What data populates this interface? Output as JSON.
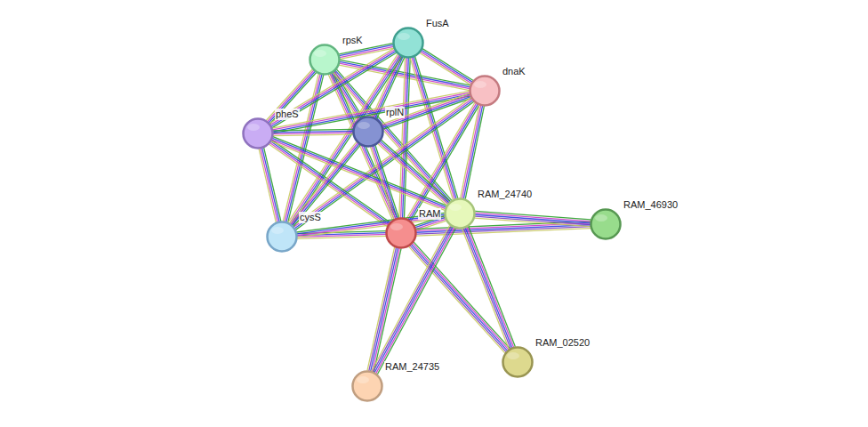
{
  "diagram": {
    "nodes": [
      {
        "text": [
          "FusA"
        ]
      },
      {
        "text": [
          "rpsK"
        ]
      },
      {
        "text": [
          "dnaK"
        ]
      },
      {
        "text": [
          "rplN"
        ]
      },
      {
        "text": [
          "pheS"
        ]
      },
      {
        "text": [
          "RAM_24740"
        ]
      },
      {
        "text": [
          "RAM_46930"
        ]
      },
      {
        "text": [
          "RAM"
        ]
      },
      {
        "text": [
          "cysS"
        ]
      },
      {
        "text": [
          "RAM_02520"
        ]
      },
      {
        "text": [
          "RAM_24735"
        ]
      }
    ],
    "edges": [
      {
        "from": 1,
        "to": 0,
        "arrow": "none"
      },
      {
        "from": 1,
        "to": 2,
        "arrow": "none"
      },
      {
        "from": 1,
        "to": 4,
        "arrow": "none"
      },
      {
        "from": 1,
        "to": 3,
        "arrow": "none"
      },
      {
        "from": 1,
        "to": 8,
        "arrow": "none"
      },
      {
        "from": 1,
        "to": 7,
        "arrow": "none"
      },
      {
        "from": 1,
        "to": 5,
        "arrow": "none"
      },
      {
        "from": 0,
        "to": 2,
        "arrow": "none"
      },
      {
        "from": 0,
        "to": 4,
        "arrow": "none"
      },
      {
        "from": 0,
        "to": 3,
        "arrow": "none"
      },
      {
        "from": 0,
        "to": 8,
        "arrow": "none"
      },
      {
        "from": 0,
        "to": 7,
        "arrow": "none"
      },
      {
        "from": 0,
        "to": 5,
        "arrow": "none"
      },
      {
        "from": 2,
        "to": 4,
        "arrow": "none"
      },
      {
        "from": 2,
        "to": 3,
        "arrow": "none"
      },
      {
        "from": 2,
        "to": 8,
        "arrow": "none"
      },
      {
        "from": 2,
        "to": 7,
        "arrow": "none"
      },
      {
        "from": 2,
        "to": 5,
        "arrow": "none"
      },
      {
        "from": 4,
        "to": 3,
        "arrow": "none"
      },
      {
        "from": 4,
        "to": 8,
        "arrow": "none"
      },
      {
        "from": 4,
        "to": 7,
        "arrow": "none"
      },
      {
        "from": 4,
        "to": 5,
        "arrow": "none"
      },
      {
        "from": 3,
        "to": 8,
        "arrow": "none"
      },
      {
        "from": 3,
        "to": 7,
        "arrow": "none"
      },
      {
        "from": 3,
        "to": 5,
        "arrow": "none"
      },
      {
        "from": 8,
        "to": 7,
        "arrow": "none"
      },
      {
        "from": 8,
        "to": 5,
        "arrow": "none"
      },
      {
        "from": 7,
        "to": 5,
        "arrow": "none"
      },
      {
        "from": 7,
        "to": 6,
        "arrow": "none"
      },
      {
        "from": 7,
        "to": 10,
        "arrow": "none"
      },
      {
        "from": 7,
        "to": 9,
        "arrow": "none"
      },
      {
        "from": 5,
        "to": 6,
        "arrow": "none"
      },
      {
        "from": 5,
        "to": 10,
        "arrow": "none"
      },
      {
        "from": 5,
        "to": 9,
        "arrow": "none"
      }
    ]
  }
}
